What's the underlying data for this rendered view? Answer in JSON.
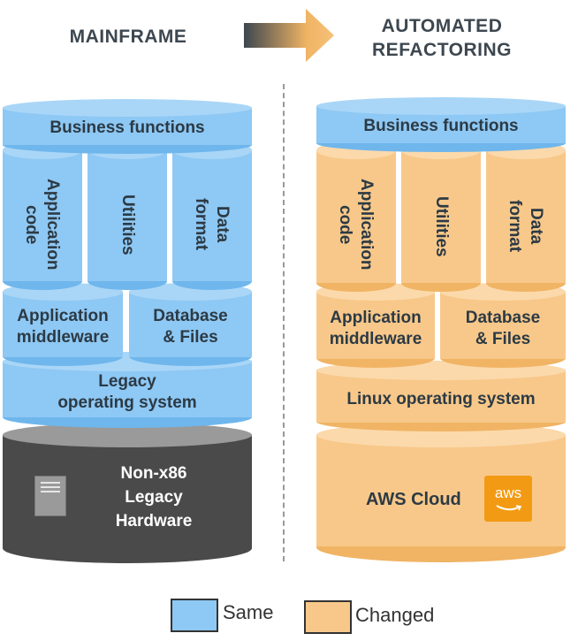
{
  "headers": {
    "left": "MAINFRAME",
    "right_line1": "AUTOMATED",
    "right_line2": "REFACTORING"
  },
  "colors": {
    "same": "#8ec8f4",
    "same_top": "#a9d6f7",
    "same_dark": "#6fb6ec",
    "changed": "#f8c88a",
    "changed_top": "#fbd9ab",
    "changed_dark": "#f0b464",
    "hardware": "#4a4a4a",
    "hardware_top": "#9a9a9a",
    "aws": "#f39a14"
  },
  "left": {
    "business": "Business functions",
    "app_code_1": "Application",
    "app_code_2": "code",
    "utilities": "Utilities",
    "data_1": "Data",
    "data_2": "format",
    "middleware_1": "Application",
    "middleware_2": "middleware",
    "database_1": "Database",
    "database_2": "& Files",
    "os_1": "Legacy",
    "os_2": "operating system",
    "hw_1": "Non-x86",
    "hw_2": "Legacy",
    "hw_3": "Hardware",
    "hw_icon": "server-icon"
  },
  "right": {
    "business": "Business functions",
    "app_code_1": "Application",
    "app_code_2": "code",
    "utilities": "Utilities",
    "data_1": "Data",
    "data_2": "format",
    "middleware_1": "Application",
    "middleware_2": "middleware",
    "database_1": "Database",
    "database_2": "& Files",
    "os": "Linux operating system",
    "cloud": "AWS Cloud",
    "aws_logo": "aws",
    "aws_icon": "aws-logo-icon"
  },
  "legend": {
    "same": "Same",
    "changed": "Changed"
  },
  "arrow_icon": "right-arrow-icon"
}
